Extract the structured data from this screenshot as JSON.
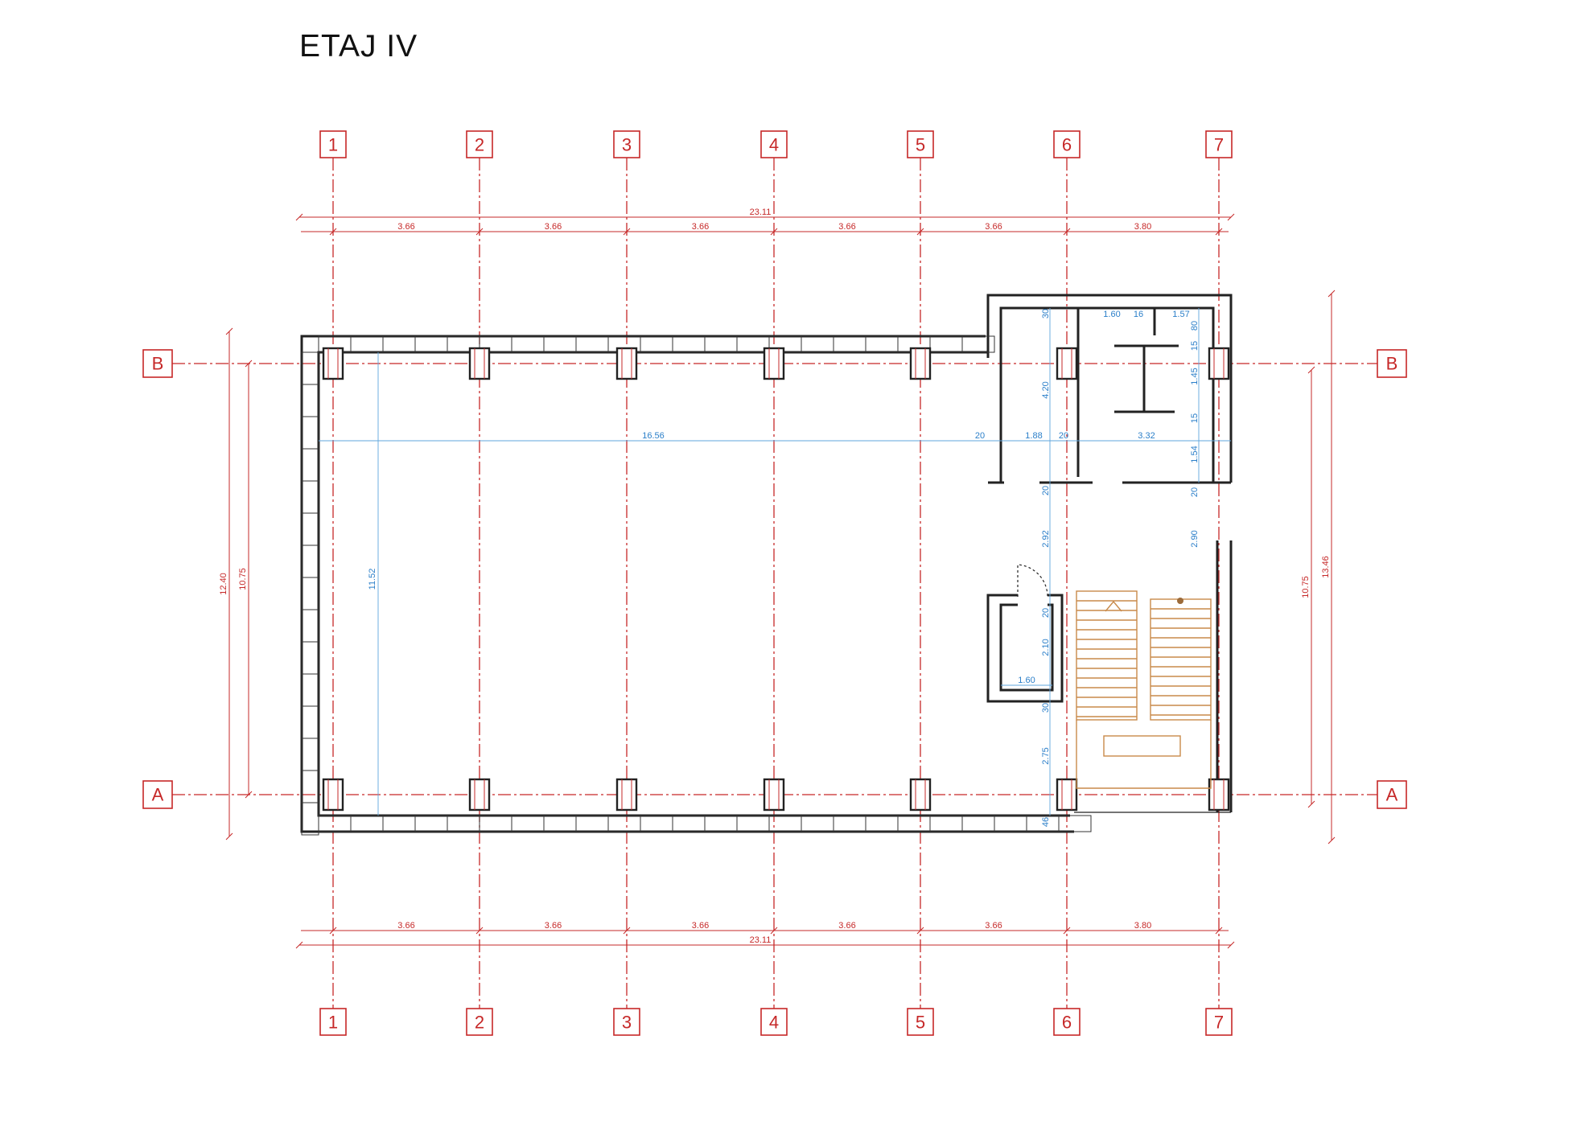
{
  "title": "ETAJ   IV",
  "axes": {
    "vertical": [
      "1",
      "2",
      "3",
      "4",
      "5",
      "6",
      "7"
    ],
    "horizontal": [
      "B",
      "A"
    ]
  },
  "dimensions": {
    "top_total": "23.11",
    "top_spans": [
      "3.66",
      "3.66",
      "3.66",
      "3.66",
      "3.66",
      "3.80"
    ],
    "bottom_spans": [
      "3.66",
      "3.66",
      "3.66",
      "3.66",
      "3.66",
      "3.80"
    ],
    "bottom_total": "23.11",
    "left_outer": "12.40",
    "left_inner": "10.75",
    "right_inner": "10.75",
    "right_outer": "13.46"
  },
  "interior_dims": {
    "main_width": "16.56",
    "main_height": "11.52",
    "seg_20a": "20",
    "seg_188": "1.88",
    "seg_20b": "20",
    "seg_332": "3.32",
    "v_30": "30",
    "v_420": "4.20",
    "v_20a": "20",
    "v_292": "2.92",
    "v_20b": "20",
    "v_210": "2.10",
    "v_30b": "30",
    "v_275": "2.75",
    "v_46": "46",
    "r_160": "1.60",
    "r_16": "16",
    "r_157": "1.57",
    "r_80": "80",
    "r_15a": "15",
    "r_145": "1.45",
    "r_15b": "15",
    "r_154": "1.54",
    "r_20": "20",
    "r_290": "2.90",
    "lift_160": "1.60"
  },
  "colors": {
    "axis": "#c62828",
    "interior_dim": "#2b7fc9",
    "wall": "#222222",
    "stair": "#c98a4a"
  }
}
